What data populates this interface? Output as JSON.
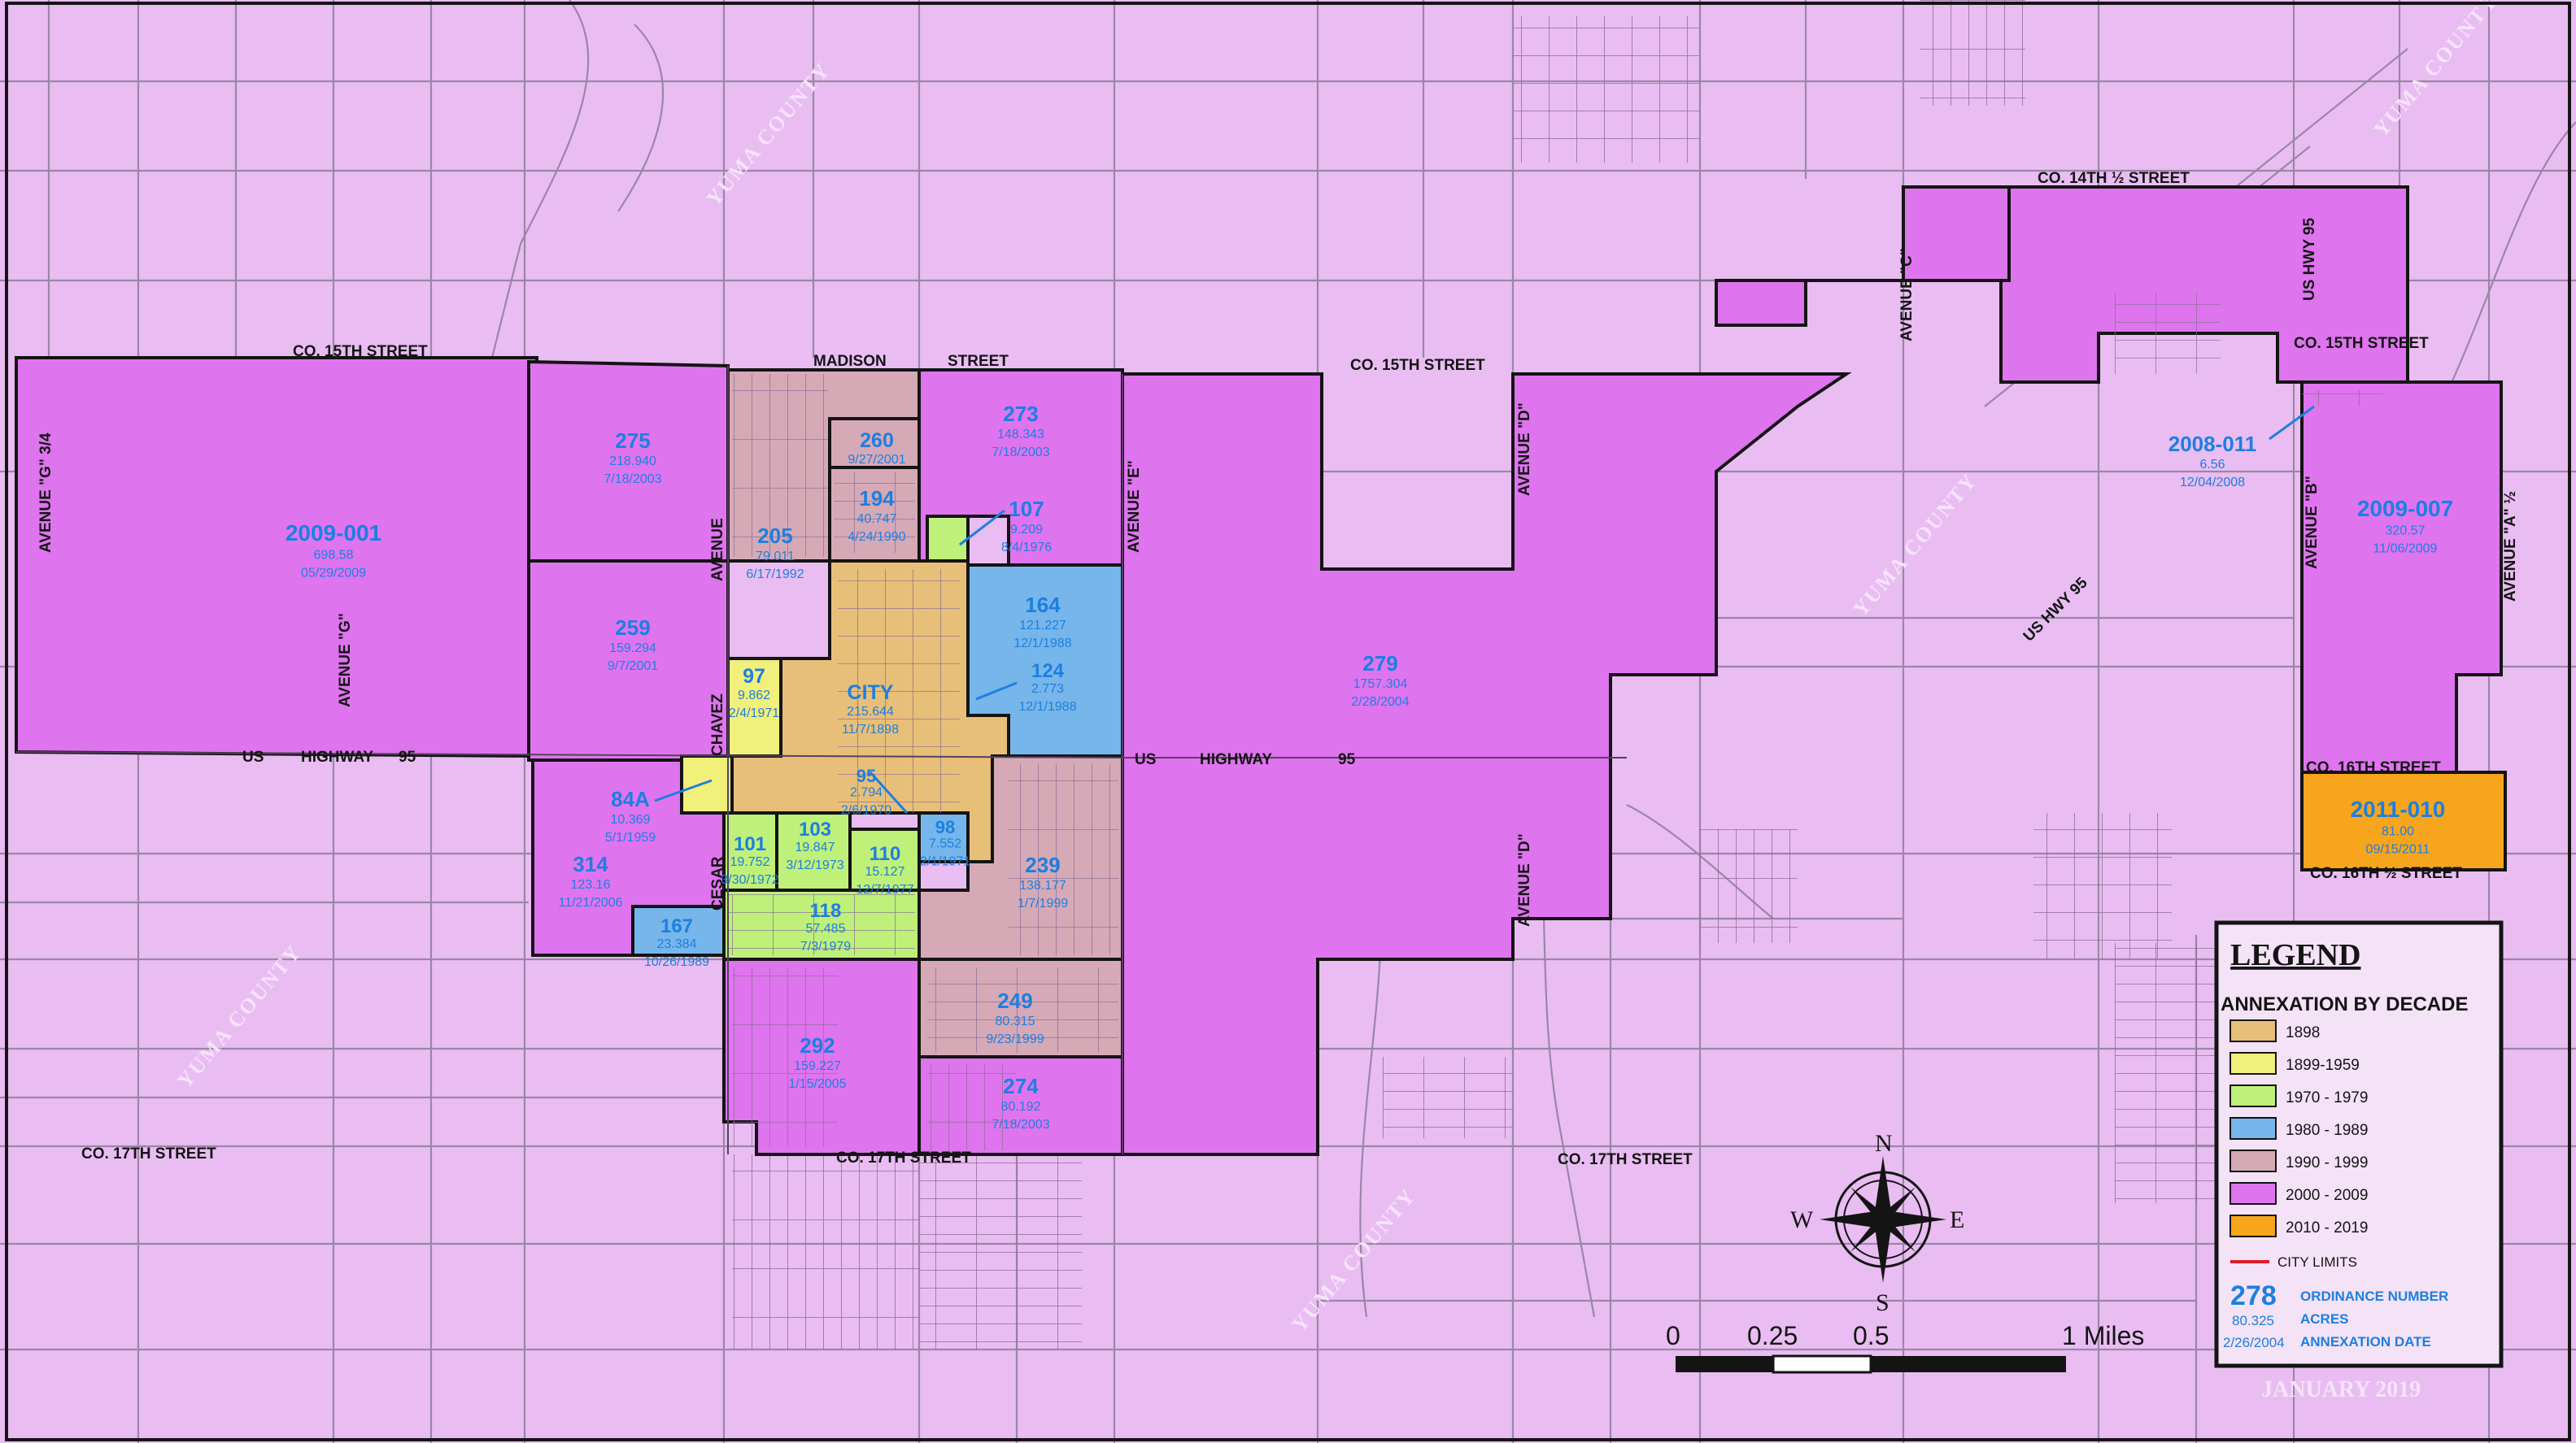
{
  "colors": {
    "background": "#e9bdf2",
    "parcel_line": "#9a86a6",
    "boundary": "#141414",
    "decade_1898": "#e8bf78",
    "decade_1899_1959": "#f1f07a",
    "decade_1970_1979": "#bff07a",
    "decade_1980_1989": "#76b6ea",
    "decade_1990_1999": "#d6a9b6",
    "decade_2000_2009": "#df74ef",
    "decade_2010_2019": "#f7a51c",
    "city_limits": "#e01a2a",
    "ordinance_text": "#1d7fe0",
    "watermark": "#f6e3fb"
  },
  "streets": {
    "co15_west": "CO. 15TH  STREET",
    "madison": "MADISON",
    "madison_street": "STREET",
    "co15_mid": "CO. 15TH  STREET",
    "co15_east": "CO. 15TH  STREET",
    "co14_half": "CO. 14TH    ½    STREET",
    "co16": "CO. 16TH  STREET",
    "co16_half": "CO. 16TH  ½  STREET",
    "co17_west": "CO. 17TH  STREET",
    "co17_mid": "CO. 17TH  STREET",
    "co17_east": "CO. 17TH  STREET",
    "us95_west_a": "US",
    "us95_west_b": "HIGHWAY",
    "us95_west_c": "95",
    "us95_east_a": "US",
    "us95_east_b": "HIGHWAY",
    "us95_east_c": "95",
    "us_hwy_95_diag": "US  HWY  95",
    "us_hwy_95_vert": "US   HWY  95",
    "ave_g_34": "AVENUE  \"G\"  3/4",
    "ave_g": "AVENUE  \"G\"",
    "ave_f": "AVENUE",
    "ave_e": "AVENUE  \"E\"",
    "ave_d_n": "AVENUE  \"D\"",
    "ave_d_s": "AVENUE  \"D\"",
    "ave_c": "AVENUE  \"C\"",
    "ave_b": "AVENUE  \"B\"",
    "ave_a_half": "AVENUE  \"A\"  ½",
    "chavez": "CHAVEZ",
    "cesar": "CESAR"
  },
  "watermarks": [
    "YUMA COUNTY",
    "YUMA COUNTY",
    "YUMA COUNTY",
    "YUMA COUNTY",
    "YUMA COUNTY"
  ],
  "annexations": [
    {
      "ord": "2009-001",
      "acres": "698.58",
      "date": "05/29/2009"
    },
    {
      "ord": "275",
      "acres": "218.940",
      "date": "7/18/2003"
    },
    {
      "ord": "273",
      "acres": "148.343",
      "date": "7/18/2003"
    },
    {
      "ord": "260",
      "acres": "",
      "date": "9/27/2001"
    },
    {
      "ord": "194",
      "acres": "40.747",
      "date": "4/24/1990"
    },
    {
      "ord": "205",
      "acres": "79.011",
      "date": "6/17/1992"
    },
    {
      "ord": "107",
      "acres": "9.209",
      "date": "8/4/1976"
    },
    {
      "ord": "164",
      "acres": "121.227",
      "date": "12/1/1988"
    },
    {
      "ord": "124",
      "acres": "2.773",
      "date": "12/1/1988"
    },
    {
      "ord": "259",
      "acres": "159.294",
      "date": "9/7/2001"
    },
    {
      "ord": "97",
      "acres": "9.862",
      "date": "2/4/1971"
    },
    {
      "ord": "CITY",
      "acres": "215.644",
      "date": "11/7/1898"
    },
    {
      "ord": "95",
      "acres": "2.794",
      "date": "2/6/1970"
    },
    {
      "ord": "84A",
      "acres": "10.369",
      "date": "5/1/1959"
    },
    {
      "ord": "98",
      "acres": "7.552",
      "date": "2/1/1971"
    },
    {
      "ord": "101",
      "acres": "19.752",
      "date": "3/30/1972"
    },
    {
      "ord": "103",
      "acres": "19.847",
      "date": "3/12/1973"
    },
    {
      "ord": "110",
      "acres": "15.127",
      "date": "12/7/1977"
    },
    {
      "ord": "239",
      "acres": "138.177",
      "date": "1/7/1999"
    },
    {
      "ord": "314",
      "acres": "123.16",
      "date": "11/21/2006"
    },
    {
      "ord": "167",
      "acres": "23.384",
      "date": "10/26/1989"
    },
    {
      "ord": "118",
      "acres": "57.485",
      "date": "7/3/1979"
    },
    {
      "ord": "249",
      "acres": "80.315",
      "date": "9/23/1999"
    },
    {
      "ord": "292",
      "acres": "159.227",
      "date": "1/15/2005"
    },
    {
      "ord": "274",
      "acres": "80.192",
      "date": "7/18/2003"
    },
    {
      "ord": "279",
      "acres": "1757.304",
      "date": "2/28/2004"
    },
    {
      "ord": "2008-011",
      "acres": "6.56",
      "date": "12/04/2008"
    },
    {
      "ord": "2009-007",
      "acres": "320.57",
      "date": "11/06/2009"
    },
    {
      "ord": "2011-010",
      "acres": "81.00",
      "date": "09/15/2011"
    }
  ],
  "legend": {
    "title": "LEGEND",
    "subtitle": "ANNEXATION BY DECADE",
    "items": [
      {
        "label": "1898",
        "color": "#e8bf78"
      },
      {
        "label": "1899-1959",
        "color": "#f1f07a"
      },
      {
        "label": "1970 - 1979",
        "color": "#bff07a"
      },
      {
        "label": "1980 - 1989",
        "color": "#76b6ea"
      },
      {
        "label": "1990 - 1999",
        "color": "#d6a9b6"
      },
      {
        "label": "2000 - 2009",
        "color": "#df74ef"
      },
      {
        "label": "2010 - 2019",
        "color": "#f7a51c"
      }
    ],
    "city_limits": "CITY LIMITS",
    "example_ord": "278",
    "example_ord_label": "ORDINANCE NUMBER",
    "example_acres": "80.325",
    "example_acres_label": "ACRES",
    "example_date": "2/26/2004",
    "example_date_label": "ANNEXATION DATE"
  },
  "compass": {
    "n": "N",
    "s": "S",
    "e": "E",
    "w": "W"
  },
  "scalebar": {
    "t0": "0",
    "t1": "0.25",
    "t2": "0.5",
    "t3": "1 Miles"
  },
  "map_date": "JANUARY  2019"
}
